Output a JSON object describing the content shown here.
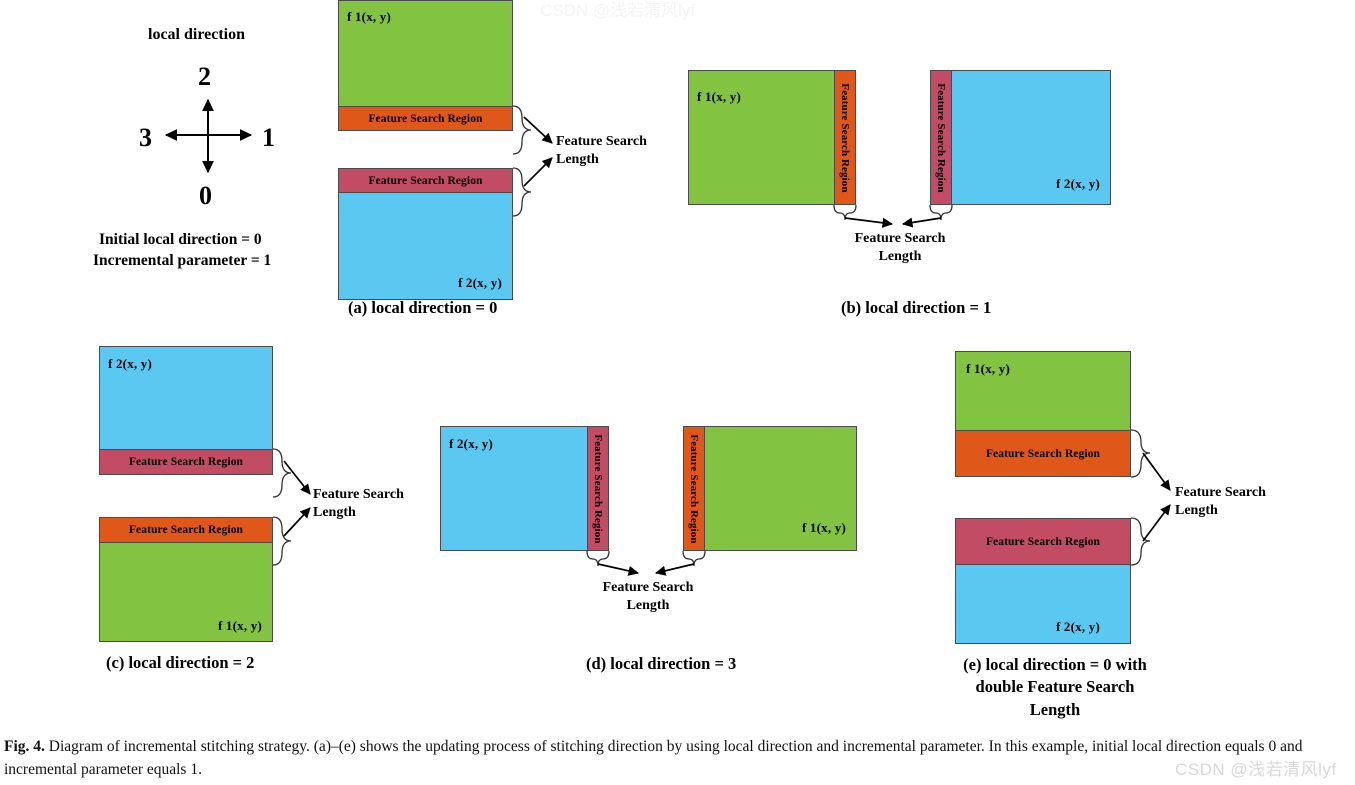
{
  "figure": {
    "caption_prefix": "Fig. 4.",
    "caption_body": " Diagram of incremental stitching strategy. (a)–(e) shows the updating process of stitching direction by using local direction and incremental parameter. In this example, initial local direction equals 0 and incremental parameter equals 1.",
    "watermark": "CSDN @浅若清风lyf"
  },
  "legend": {
    "title": "local direction",
    "direction_up": "2",
    "direction_right": "1",
    "direction_down": "0",
    "direction_left": "3",
    "note_line1": "Initial local direction = 0",
    "note_line2": "Incremental parameter = 1"
  },
  "labels": {
    "f1": "f 1(x, y)",
    "f2": "f 2(x, y)",
    "feature_search_region": "Feature Search Region",
    "feature_search_length_l1": "Feature Search",
    "feature_search_length_l2": "Length"
  },
  "panels": [
    {
      "id": "a",
      "caption": "(a) local direction = 0",
      "local_direction": 0,
      "arrangement": "vertical",
      "top_image": "f 1(x, y)",
      "top_image_color": "#82c341",
      "top_strip_color": "#e0571a",
      "top_strip_position": "bottom",
      "bottom_image": "f 2(x, y)",
      "bottom_image_color": "#5bc8f2",
      "bottom_strip_color": "#c14c63",
      "bottom_strip_position": "top",
      "double_length": false
    },
    {
      "id": "b",
      "caption": "(b) local direction = 1",
      "local_direction": 1,
      "arrangement": "horizontal",
      "left_image": "f 1(x, y)",
      "left_image_color": "#82c341",
      "left_strip_color": "#e0571a",
      "left_strip_position": "right",
      "right_image": "f 2(x, y)",
      "right_image_color": "#5bc8f2",
      "right_strip_color": "#c14c63",
      "right_strip_position": "left",
      "double_length": false
    },
    {
      "id": "c",
      "caption": "(c) local direction = 2",
      "local_direction": 2,
      "arrangement": "vertical",
      "top_image": "f 2(x, y)",
      "top_image_color": "#5bc8f2",
      "top_strip_color": "#c14c63",
      "top_strip_position": "bottom",
      "bottom_image": "f 1(x, y)",
      "bottom_image_color": "#82c341",
      "bottom_strip_color": "#e0571a",
      "bottom_strip_position": "top",
      "double_length": false
    },
    {
      "id": "d",
      "caption": "(d) local direction = 3",
      "local_direction": 3,
      "arrangement": "horizontal",
      "left_image": "f 2(x, y)",
      "left_image_color": "#5bc8f2",
      "left_strip_color": "#c14c63",
      "left_strip_position": "right",
      "right_image": "f 1(x, y)",
      "right_image_color": "#82c341",
      "right_strip_color": "#e0571a",
      "right_strip_position": "left",
      "double_length": false
    },
    {
      "id": "e",
      "caption_line1": "(e) local direction = 0 with",
      "caption_line2": "double Feature Search",
      "caption_line3": "Length",
      "local_direction": 0,
      "arrangement": "vertical",
      "top_image": "f 1(x, y)",
      "top_image_color": "#82c341",
      "top_strip_color": "#e0571a",
      "top_strip_position": "bottom",
      "bottom_image": "f 2(x, y)",
      "bottom_image_color": "#5bc8f2",
      "bottom_strip_color": "#c14c63",
      "bottom_strip_position": "top",
      "double_length": true
    }
  ],
  "colors": {
    "image_f1_green": "#82c341",
    "image_f2_blue": "#5bc8f2",
    "strip_orange": "#e0571a",
    "strip_crimson": "#c14c63",
    "outline": "#4a4a4a",
    "text": "#000000"
  }
}
